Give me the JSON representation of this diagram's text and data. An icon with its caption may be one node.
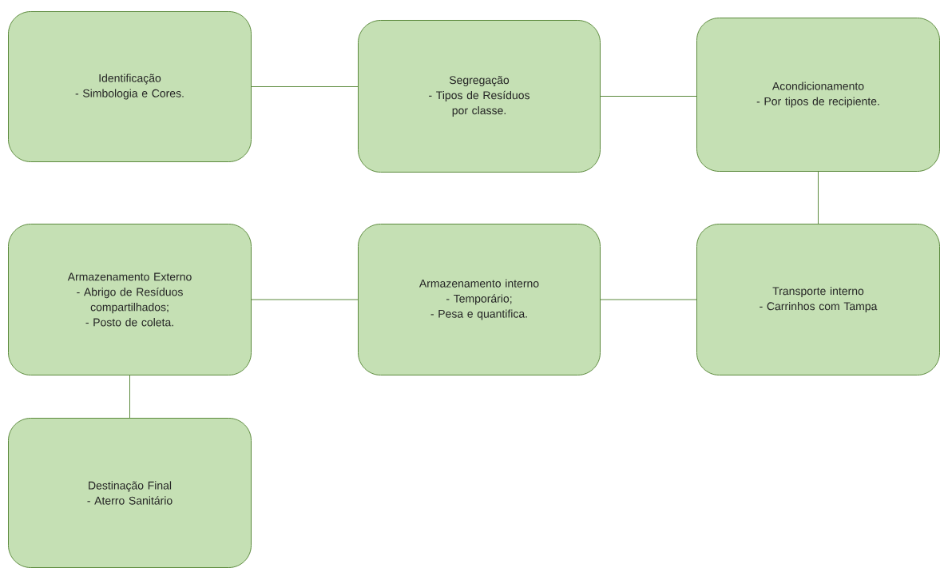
{
  "diagram": {
    "nodes": [
      {
        "text": [
          "Identificação",
          "- Simbologia e Cores."
        ]
      },
      {
        "text": [
          "Segregação",
          "- Tipos de Resíduos por classe."
        ]
      },
      {
        "text": [
          "Acondicionamento",
          "- Por tipos de recipiente."
        ]
      },
      {
        "text": [
          "Transporte interno",
          "- Carrinhos com Tampa"
        ]
      },
      {
        "text": [
          "Armazenamento interno",
          "- Temporário;",
          "- Pesa e quantifica."
        ]
      },
      {
        "text": [
          "Armazenamento Externo",
          "- Abrigo de Resíduos compartilhados;",
          "- Posto de coleta."
        ]
      },
      {
        "text": [
          "Destinação Final",
          "- Aterro Sanitário"
        ]
      }
    ],
    "edges": [
      {
        "from": 0,
        "to": 1,
        "arrow": "none"
      },
      {
        "from": 1,
        "to": 2,
        "arrow": "none"
      },
      {
        "from": 2,
        "to": 3,
        "arrow": "none"
      },
      {
        "from": 3,
        "to": 4,
        "arrow": "none"
      },
      {
        "from": 5,
        "to": 4,
        "arrow": "none"
      },
      {
        "from": 5,
        "to": 6,
        "arrow": "none"
      }
    ]
  }
}
